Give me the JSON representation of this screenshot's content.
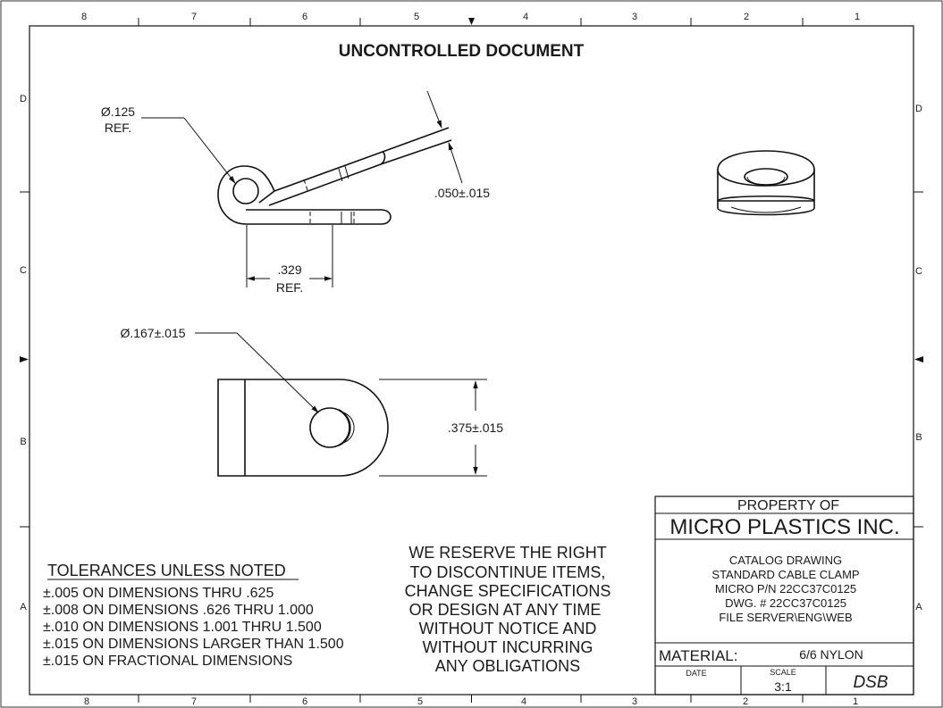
{
  "border": {
    "top_zones": [
      "8",
      "7",
      "6",
      "5",
      "4",
      "3",
      "2",
      "1"
    ],
    "bottom_zones": [
      "8",
      "7",
      "6",
      "5",
      "4",
      "3",
      "2",
      "1"
    ],
    "left_zones": [
      "D",
      "C",
      "B",
      "A"
    ],
    "right_zones": [
      "D",
      "C",
      "B",
      "A"
    ]
  },
  "header": {
    "title": "UNCONTROLLED DOCUMENT"
  },
  "dimensions": {
    "hole_dia_top": "Ø.125",
    "hole_dia_top_ref": "REF.",
    "thickness": ".050±.015",
    "width_ref": ".329",
    "width_ref_label": "REF.",
    "hole_dia_front": "Ø.167±.015",
    "height": ".375±.015"
  },
  "tolerances": {
    "heading": "TOLERANCES UNLESS NOTED",
    "lines": [
      "±.005 ON DIMENSIONS THRU .625",
      "±.008 ON DIMENSIONS .626 THRU 1.000",
      "±.010 ON DIMENSIONS 1.001 THRU 1.500",
      "±.015 ON DIMENSIONS LARGER THAN 1.500",
      "±.015 ON FRACTIONAL DIMENSIONS"
    ]
  },
  "notice": {
    "lines": [
      "WE RESERVE THE RIGHT",
      "TO DISCONTINUE ITEMS,",
      "CHANGE SPECIFICATIONS",
      "OR DESIGN AT ANY TIME",
      "WITHOUT NOTICE AND",
      "WITHOUT INCURRING",
      "ANY OBLIGATIONS"
    ]
  },
  "title_block": {
    "property_of": "PROPERTY OF",
    "company": "MICRO PLASTICS INC.",
    "description": [
      "CATALOG DRAWING",
      "STANDARD CABLE CLAMP",
      "MICRO P/N 22CC37C0125",
      "DWG. #  22CC37C0125",
      "FILE SERVER\\ENG\\WEB"
    ],
    "material_label": "MATERIAL:",
    "material_value": "6/6 NYLON",
    "date_label": "DATE",
    "scale_label": "SCALE",
    "scale_value": "3:1",
    "drawn_by": "DSB"
  }
}
